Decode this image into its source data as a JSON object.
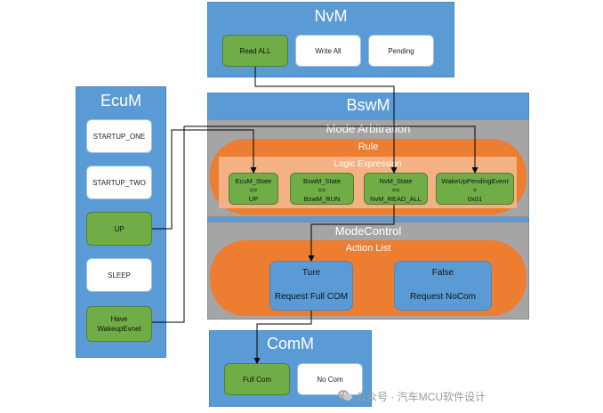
{
  "nvm": {
    "title": "NvM",
    "read_all": "Read ALL",
    "write_all": "Write All",
    "pending": "Pending"
  },
  "ecum": {
    "title": "EcuM",
    "startup_one": "STARTUP_ONE",
    "startup_two": "STARTUP_TWO",
    "up": "UP",
    "sleep": "SLEEP",
    "have_wakeup_line1": "Have",
    "have_wakeup_line2": "WakeupEvnet"
  },
  "bswm": {
    "title": "BswM",
    "mode_arbitration": "Mode Arbitration",
    "rule": "Rule",
    "logic_expression": "Logic Expression",
    "conditions": [
      {
        "l1": "EcuM_State",
        "l2": "==",
        "l3": "UP"
      },
      {
        "l1": "BswM_State",
        "l2": "==",
        "l3": "BswM_RUN"
      },
      {
        "l1": "NvM_State",
        "l2": "==",
        "l3": "NvM_READ_ALL"
      },
      {
        "l1": "WakeUpPendingEvent",
        "l2": "=",
        "l3": "0x01"
      }
    ],
    "mode_control": "ModeControl",
    "action_list": "Action List",
    "true_label": "Ture",
    "true_action": "Request Full COM",
    "false_label": "False",
    "false_action": "Request NoCom"
  },
  "comm": {
    "title": "ComM",
    "full_com": "Full Com",
    "no_com": "No Com"
  },
  "watermark": {
    "text": "公众号 · 汽车MCU软件设计"
  },
  "colors": {
    "panel_blue": "#5b9bd5",
    "green": "#70ad47",
    "orange": "#ed7d31",
    "peach": "#f4b183",
    "grey": "#a5a5a5"
  }
}
